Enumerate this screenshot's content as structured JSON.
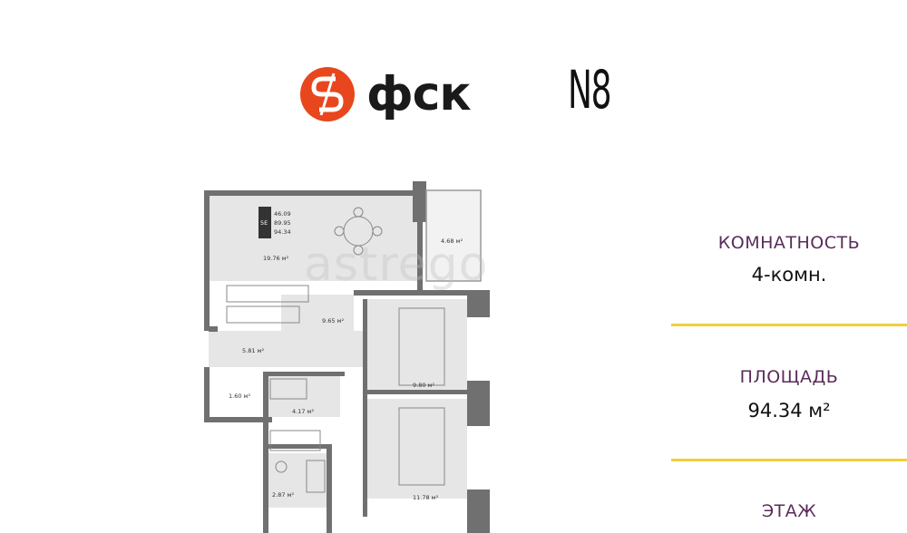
{
  "logo": {
    "brand_text": "фск",
    "project_text": "N8"
  },
  "watermark": "astrego",
  "plan": {
    "totals": [
      "46.09",
      "89.95",
      "94.34"
    ],
    "badge": "5E",
    "rooms": [
      {
        "area": "19.76 м²"
      },
      {
        "area": "4.68 м²"
      },
      {
        "area": "9.65 м²"
      },
      {
        "area": "5.81 м²"
      },
      {
        "area": "1.60 м²"
      },
      {
        "area": "4.17 м²"
      },
      {
        "area": "9.80 м²"
      },
      {
        "area": "11.78 м²"
      },
      {
        "area": "2.87 м²"
      }
    ]
  },
  "info": {
    "rooms_label": "КОМНАТНОСТЬ",
    "rooms_value": "4-комн.",
    "area_label": "ПЛОЩАДЬ",
    "area_value": "94.34 м²",
    "floor_label": "ЭТАЖ"
  },
  "colors": {
    "accent_line": "#f0cf3c",
    "logo_orange": "#e8471d",
    "label_color": "#5a2c5a",
    "wall": "#707070"
  }
}
